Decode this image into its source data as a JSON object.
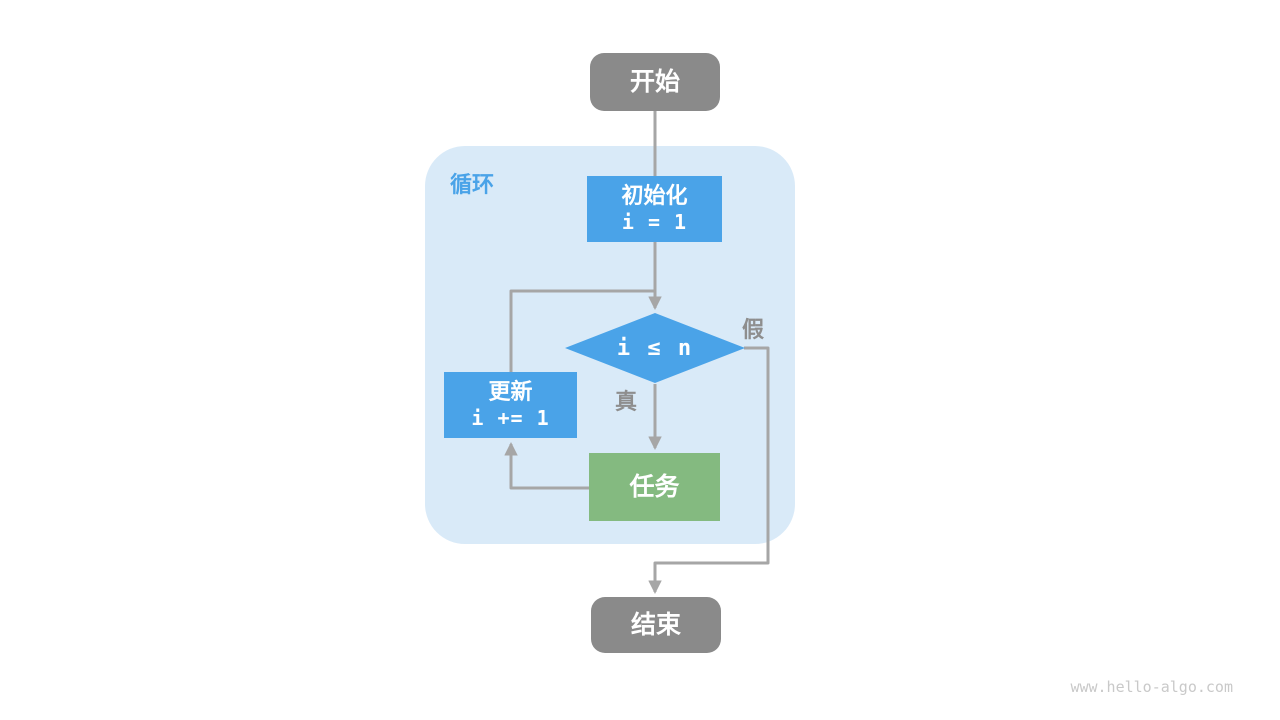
{
  "page": {
    "watermark": "www.hello-algo.com"
  },
  "diagram": {
    "loop_label": "循环",
    "nodes": {
      "start": {
        "label": "开始"
      },
      "init": {
        "title": "初始化",
        "code": "i = 1"
      },
      "condition": {
        "code": "i ≤ n"
      },
      "update": {
        "title": "更新",
        "code": "i += 1"
      },
      "task": {
        "label": "任务"
      },
      "end": {
        "label": "结束"
      }
    },
    "edges": {
      "true_label": "真",
      "false_label": "假"
    },
    "colors": {
      "process_blue": "#4AA3E8",
      "task_green": "#84BA80",
      "terminal_gray": "#8A8A8A",
      "loop_bg": "#D9EAF8",
      "connector_gray": "#A6A6A6",
      "label_gray": "#8E8E8E",
      "watermark_gray": "#C9C9C9"
    }
  }
}
